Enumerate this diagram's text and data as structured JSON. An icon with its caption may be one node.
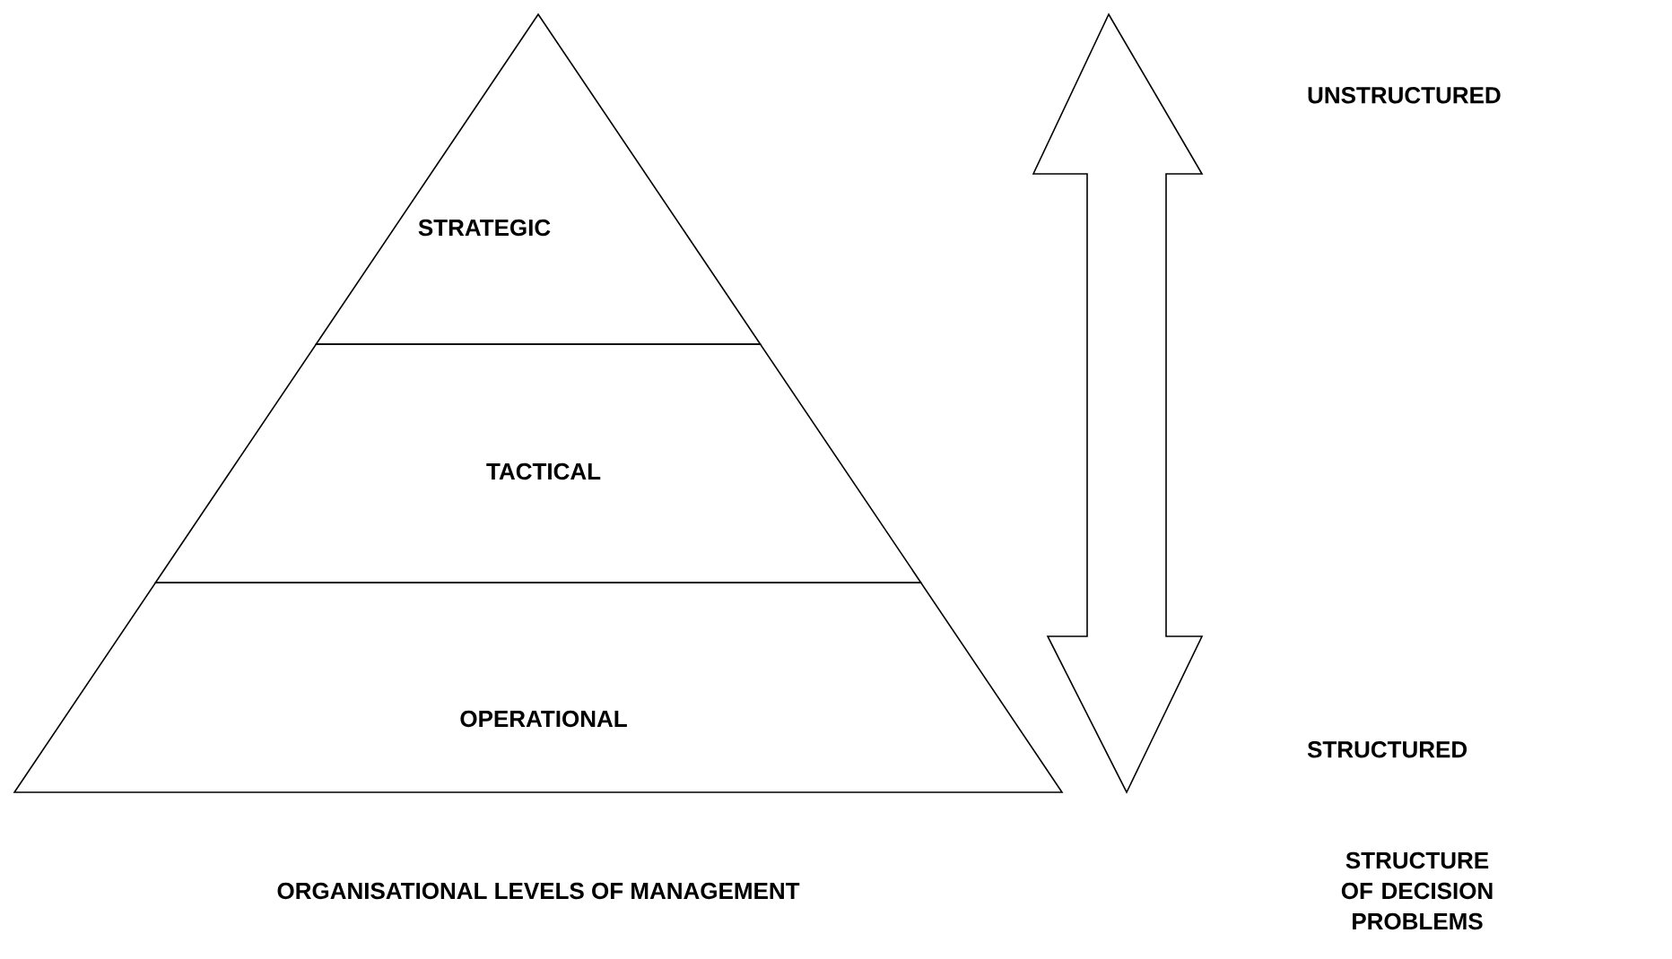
{
  "diagram": {
    "nodes": [
      {
        "text": [
          "STRATEGIC"
        ]
      },
      {
        "text": [
          "TACTICAL"
        ]
      },
      {
        "text": [
          "OPERATIONAL"
        ]
      }
    ],
    "labels": [
      "UNSTRUCTURED",
      "STRUCTURED",
      "ORGANISATIONAL LEVELS OF MANAGEMENT",
      "STRUCTURE OF DECISION PROBLEMS"
    ]
  }
}
